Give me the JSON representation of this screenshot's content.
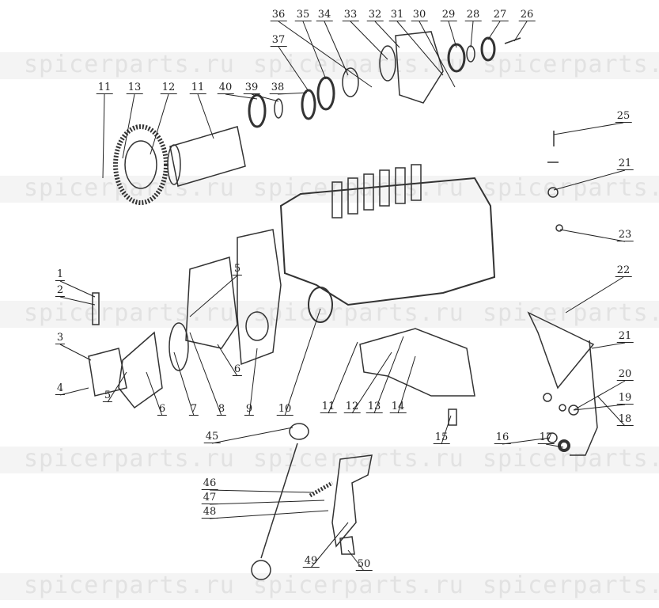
{
  "watermark": "spicerparts.ru",
  "part_labels": [
    "36",
    "35",
    "34",
    "33",
    "32",
    "31",
    "30",
    "29",
    "28",
    "27",
    "26",
    "37",
    "11",
    "13",
    "12",
    "11",
    "40",
    "39",
    "38",
    "25",
    "21",
    "23",
    "22",
    "21",
    "20",
    "19",
    "18",
    "1",
    "2",
    "3",
    "4",
    "5",
    "6",
    "7",
    "8",
    "9",
    "10",
    "5",
    "6",
    "11",
    "12",
    "13",
    "14",
    "15",
    "16",
    "17",
    "45",
    "46",
    "47",
    "48",
    "49",
    "50"
  ],
  "colors": {
    "line": "#222222",
    "part_stroke": "#333333",
    "watermark": "#e2e2e2"
  }
}
